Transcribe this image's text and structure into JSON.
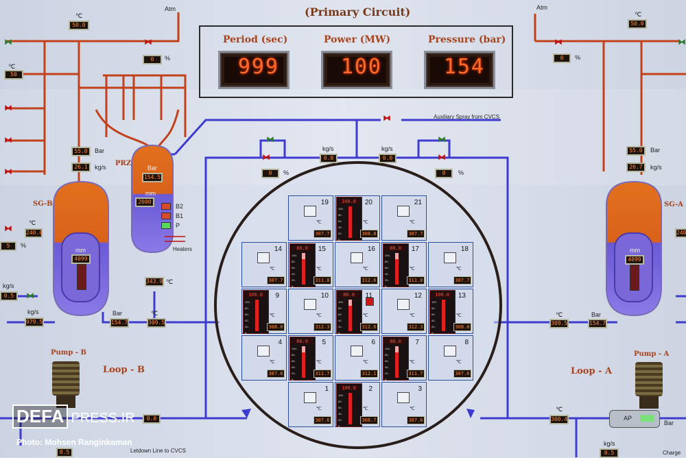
{
  "header": {
    "title": "(Primary Circuit)"
  },
  "panels": {
    "period": {
      "label": "Period (sec)",
      "value": "999"
    },
    "power": {
      "label": "Power (MW)",
      "value": "100"
    },
    "pressure": {
      "label": "Pressure (bar)",
      "value": "154"
    }
  },
  "labels": {
    "atm_left": "Atm",
    "atm_right": "Atm",
    "prz": "PRZ",
    "bar": "Bar",
    "mm": "mm",
    "kgs": "kg/s",
    "degc": "℃",
    "percent": "%",
    "sg_b": "SG-B",
    "sg_a": "SG-A",
    "pump_b": "Pump - B",
    "pump_a": "Pump - A",
    "loop_b": "Loop - B",
    "loop_a": "Loop - A",
    "aux_spray": "Auxiliary Spray from CVCS",
    "letdown": "Letdown Line to CVCS",
    "charge": "Charge",
    "b2": "B2",
    "b1": "B1",
    "p": "P",
    "heaters": "Heaters",
    "ap": "AP"
  },
  "readouts": {
    "left_top_temp": "50.0",
    "left_top_pct": "0",
    "left_temp2": "50",
    "left_bar": "55.0",
    "left_kgs": "26.1",
    "prz_bar": "154.5",
    "prz_mm": "2000",
    "prz_temp": "343.9",
    "sgb_temp": "240.0",
    "sgb_pct": "5",
    "sgb_mm": "4099",
    "left_kgs2": "0.5",
    "left_kgs3": "979.5",
    "loop_b_bar": "154.7",
    "loop_b_temp": "309.5",
    "letdown_temp": "0.0",
    "letdown_bottom": "0.5",
    "spray_kgs_left": "0.0",
    "spray_kgs_right": "0.0",
    "spray_pct_left": "0",
    "spray_pct_right": "0",
    "right_top_temp": "50.0",
    "right_top_pct": "0",
    "right_bar": "55.0",
    "right_kgs": "26.7",
    "sga_temp": "240.",
    "sga_mm": "4099",
    "loop_a_temp": "309.5",
    "loop_a_bar": "154.7",
    "pump_a_temp": "300.4",
    "charge_kgs": "0.5"
  },
  "core": {
    "cells": [
      {
        "n": "19",
        "type": "temp",
        "temp": "307.7"
      },
      {
        "n": "20",
        "type": "rod",
        "top": "100.0",
        "fill": 1.0,
        "temp": "308.8"
      },
      {
        "n": "21",
        "type": "temp",
        "temp": "307.7"
      },
      {
        "n": "14",
        "type": "temp",
        "temp": "307.7"
      },
      {
        "n": "15",
        "type": "rod",
        "top": "80.0",
        "fill": 0.8,
        "temp": "311.8"
      },
      {
        "n": "16",
        "type": "temp",
        "temp": "312.6"
      },
      {
        "n": "17",
        "type": "rod",
        "top": "80.0",
        "fill": 0.8,
        "temp": "311.8"
      },
      {
        "n": "18",
        "type": "temp",
        "temp": "307.7"
      },
      {
        "n": "9",
        "type": "rod",
        "top": "100.0",
        "fill": 1.0,
        "temp": "308.8"
      },
      {
        "n": "10",
        "type": "temp",
        "temp": "312.3"
      },
      {
        "n": "11",
        "type": "rod",
        "top": "80.0",
        "fill": 0.8,
        "temp": "312.6",
        "alarm": true
      },
      {
        "n": "12",
        "type": "temp",
        "temp": "312.3"
      },
      {
        "n": "13",
        "type": "rod",
        "top": "100.0",
        "fill": 1.0,
        "temp": "308.8"
      },
      {
        "n": "4",
        "type": "temp",
        "temp": "307.6"
      },
      {
        "n": "5",
        "type": "rod",
        "top": "80.0",
        "fill": 0.8,
        "temp": "311.7"
      },
      {
        "n": "6",
        "type": "temp",
        "temp": "312.1"
      },
      {
        "n": "7",
        "type": "rod",
        "top": "80.0",
        "fill": 0.8,
        "temp": "311.7"
      },
      {
        "n": "8",
        "type": "temp",
        "temp": "307.6"
      },
      {
        "n": "1",
        "type": "temp",
        "temp": "307.6"
      },
      {
        "n": "2",
        "type": "rod",
        "top": "100.0",
        "fill": 1.0,
        "temp": "308.7"
      },
      {
        "n": "3",
        "type": "temp",
        "temp": "307.6"
      }
    ],
    "rod_scale": [
      "100-",
      "80-",
      "60-",
      "40-",
      "20-",
      "0-"
    ]
  },
  "watermark": {
    "brand_a": "DEFA",
    "brand_b": "PRESS.IR",
    "credit": "Photo: Mohsen Ranginkaman"
  },
  "colors": {
    "pipe_red": "#c2401a",
    "pipe_blue": "#3d3ad0",
    "panel_digit": "#ff6a2a"
  }
}
